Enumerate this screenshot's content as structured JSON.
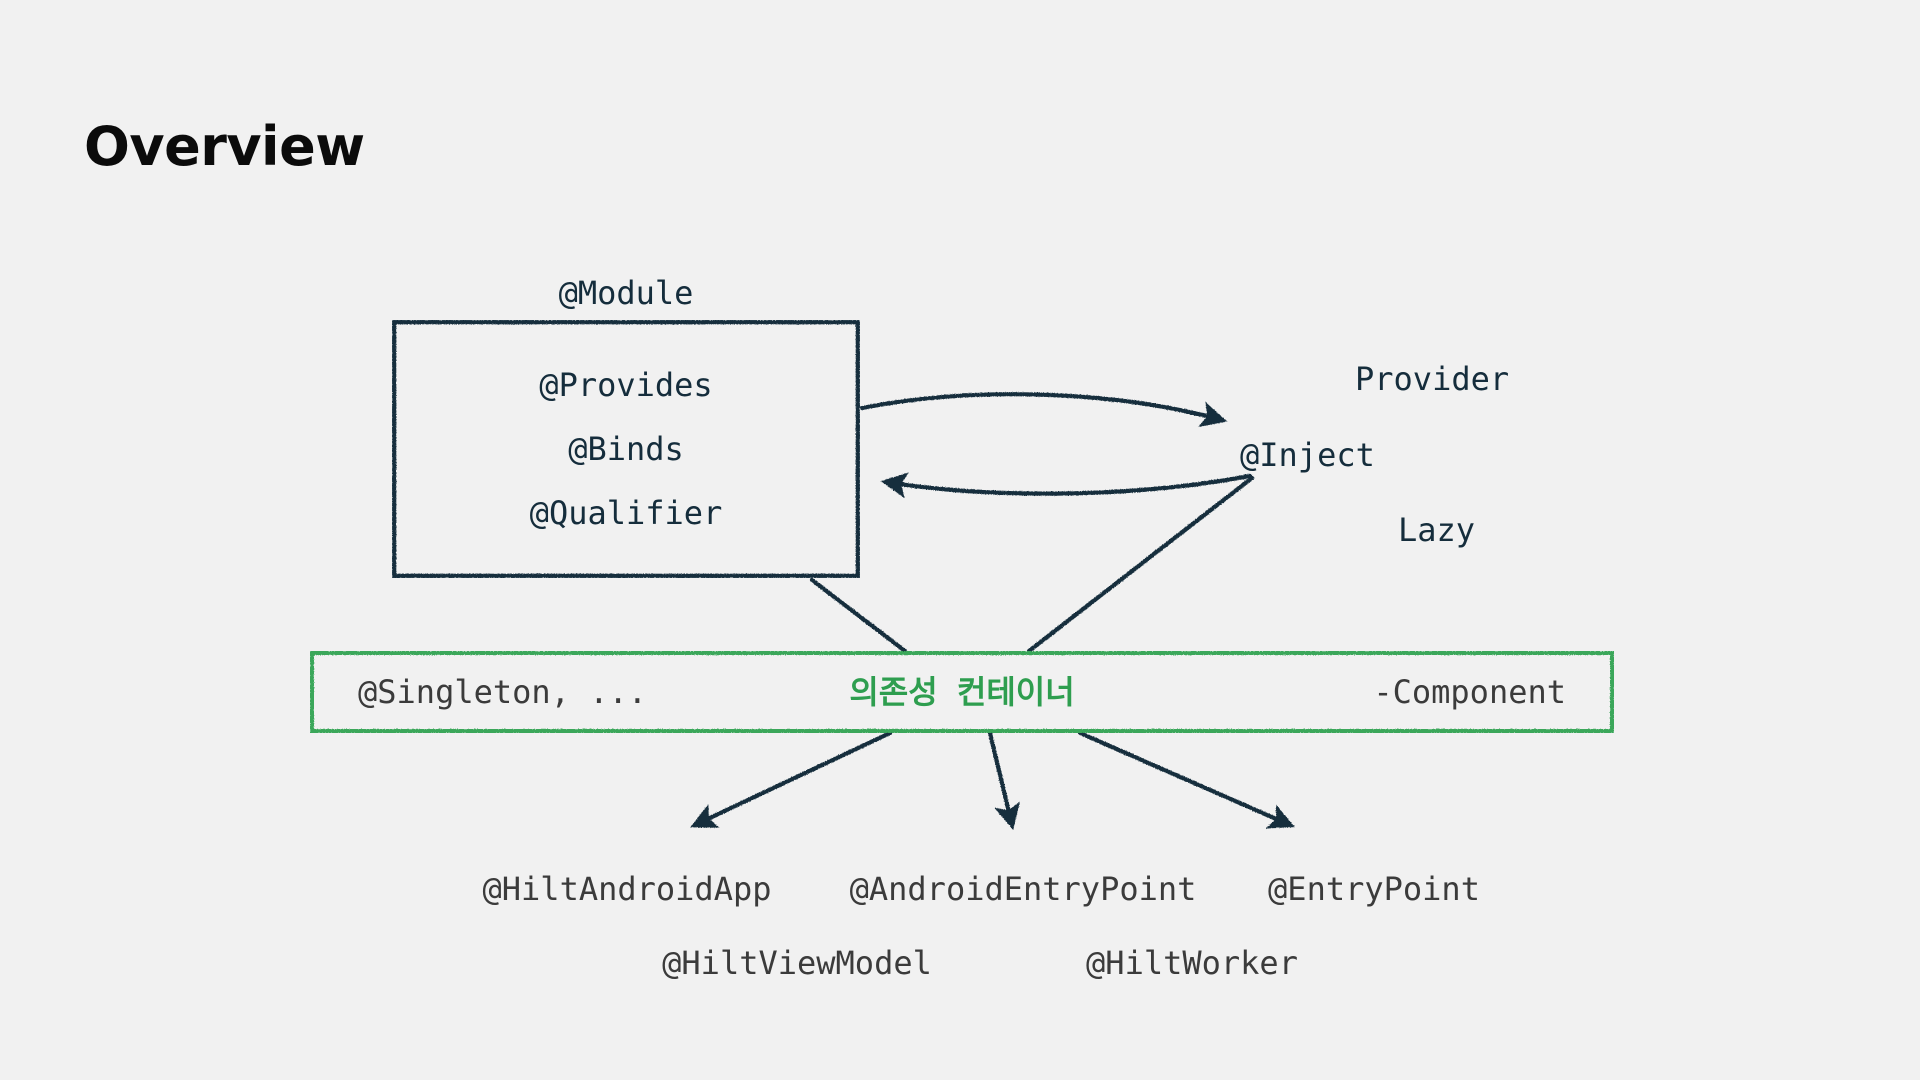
{
  "page": {
    "title": "Overview",
    "background_color": "#f1f1f1"
  },
  "colors": {
    "navy": "#152d3c",
    "gray_text": "#3b3b3b",
    "green": "#3aa75a",
    "green_text": "#2e9e4f",
    "title_black": "#0b0b0b"
  },
  "diagram": {
    "module": {
      "caption": "@Module",
      "items": [
        {
          "label": "@Provides"
        },
        {
          "label": "@Binds"
        },
        {
          "label": "@Qualifier"
        }
      ]
    },
    "inject": {
      "label": "@Inject",
      "helpers": [
        {
          "label": "Provider"
        },
        {
          "label": "Lazy"
        }
      ]
    },
    "container": {
      "left_label": "@Singleton, ...",
      "center_label": "의존성 컨테이너",
      "right_label": "-Component"
    },
    "entry_points": {
      "row1": [
        {
          "label": "@HiltAndroidApp"
        },
        {
          "label": "@AndroidEntryPoint"
        },
        {
          "label": "@EntryPoint"
        }
      ],
      "row2": [
        {
          "label": "@HiltViewModel"
        },
        {
          "label": "@HiltWorker"
        }
      ]
    }
  }
}
